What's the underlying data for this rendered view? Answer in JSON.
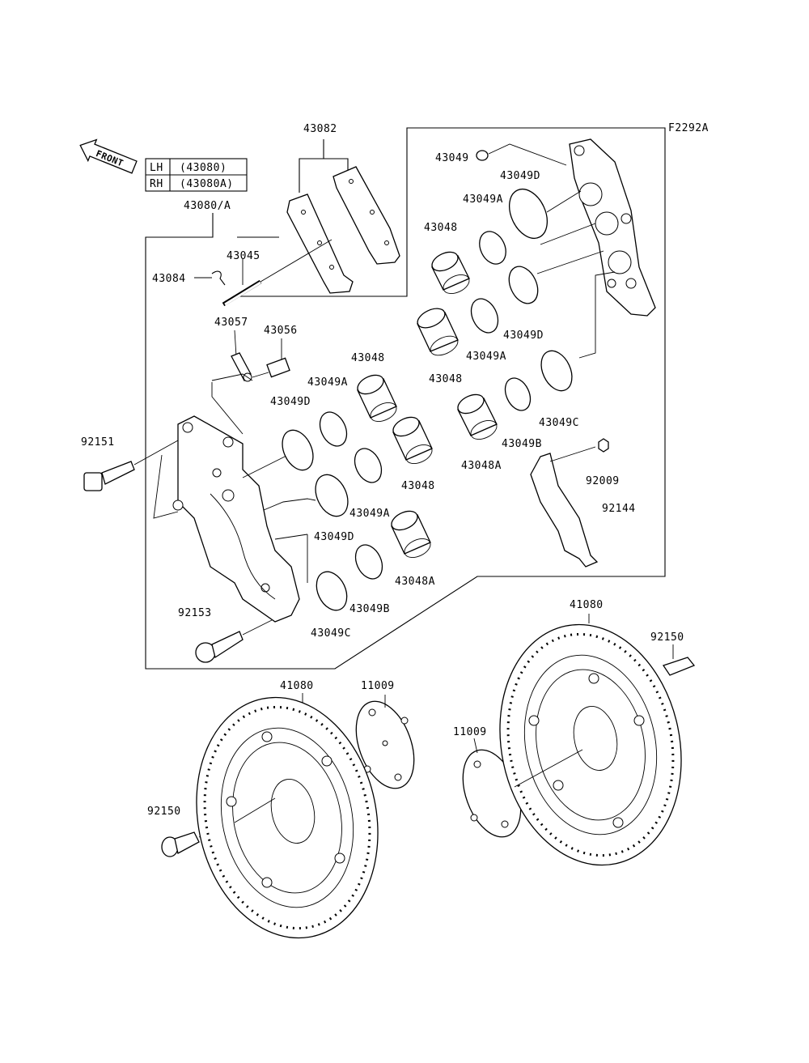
{
  "figure_code": "F2292A",
  "direction_label": "FRONT",
  "side_table": [
    {
      "side": "LH",
      "part": "(43080)"
    },
    {
      "side": "RH",
      "part": "(43080A)"
    }
  ],
  "labels": {
    "caliper_assy": "43080/A",
    "pad_set": "43082",
    "pin": "43045",
    "clip": "43084",
    "bleeder_cap": "43057",
    "bleeder_valve": "43056",
    "seal_ring_top": "43049",
    "seal_d_1": "43049D",
    "seal_a_1": "43049A",
    "piston_1": "43048",
    "seal_d_2": "43049D",
    "seal_a_2": "43049A",
    "piston_2": "43048",
    "seal_c_1": "43049C",
    "seal_b_1": "43049B",
    "piston_a_1": "43048A",
    "nut": "92009",
    "bracket": "92144",
    "bolt_upper": "92151",
    "left_piston_1": "43048",
    "left_seal_a_1": "43049A",
    "left_seal_d_1": "43049D",
    "left_piston_2": "43048",
    "left_seal_a_2": "43049A",
    "left_seal_d_2": "43049D",
    "left_piston_a": "43048A",
    "left_seal_b": "43049B",
    "left_seal_c": "43049C",
    "bolt_lower": "92153",
    "disc_right": "41080",
    "bolt_disc_right": "92150",
    "disc_left": "41080",
    "shim_left": "11009",
    "shim_right": "11009",
    "bolt_disc_left": "92150"
  }
}
